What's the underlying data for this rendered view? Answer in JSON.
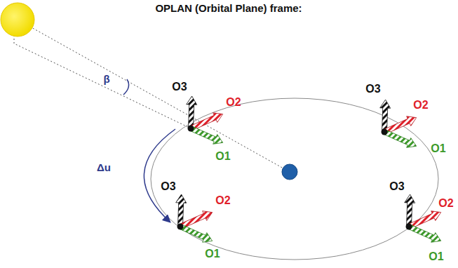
{
  "diagram": {
    "title": "OPLAN (Orbital Plane) frame:",
    "labels": [
      "β",
      "Δu",
      "O3",
      "O2",
      "O1",
      "O3",
      "O2",
      "O1",
      "O3",
      "O2",
      "O1",
      "O3",
      "O2",
      "O1"
    ]
  }
}
